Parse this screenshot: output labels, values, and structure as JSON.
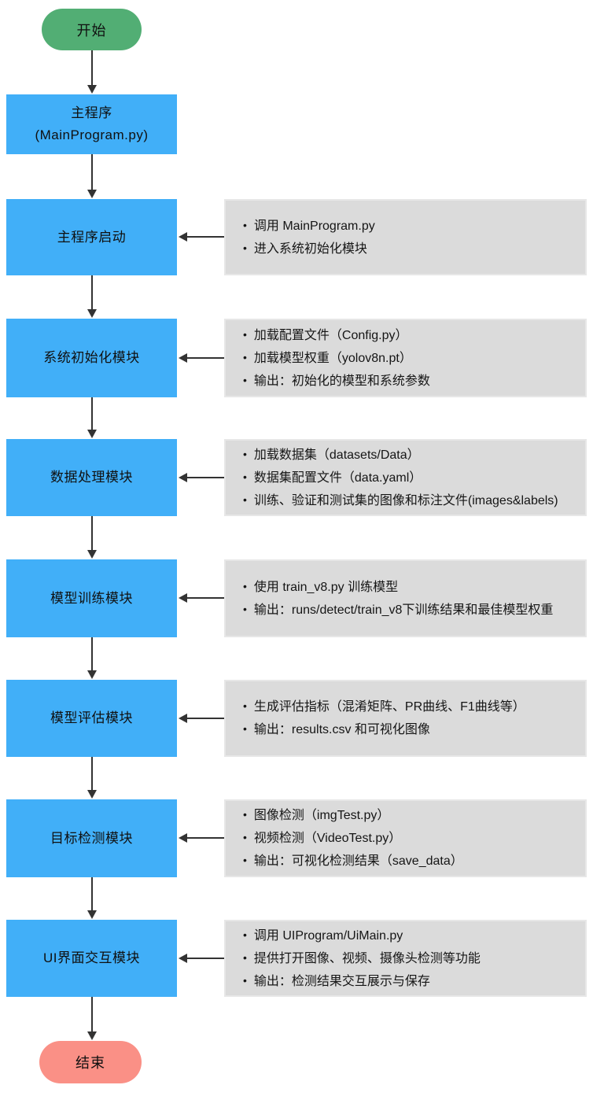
{
  "flow": {
    "start": {
      "label": "开始"
    },
    "main_program": {
      "line1": "主程序",
      "line2": "(MainProgram.py)"
    },
    "rows": [
      {
        "label": "主程序启动",
        "bullets": [
          "调用 MainProgram.py",
          "进入系统初始化模块"
        ]
      },
      {
        "label": "系统初始化模块",
        "bullets": [
          "加载配置文件（Config.py）",
          "加载模型权重（yolov8n.pt）",
          "输出：初始化的模型和系统参数"
        ]
      },
      {
        "label": "数据处理模块",
        "bullets": [
          "加载数据集（datasets/Data）",
          "数据集配置文件（data.yaml）",
          "训练、验证和测试集的图像和标注文件(images&labels)"
        ]
      },
      {
        "label": "模型训练模块",
        "bullets": [
          "使用 train_v8.py 训练模型",
          "输出：runs/detect/train_v8下训练结果和最佳模型权重"
        ]
      },
      {
        "label": "模型评估模块",
        "bullets": [
          "生成评估指标（混淆矩阵、PR曲线、F1曲线等）",
          "输出：results.csv 和可视化图像"
        ]
      },
      {
        "label": "目标检测模块",
        "bullets": [
          "图像检测（imgTest.py）",
          "视频检测（VideoTest.py）",
          "输出：可视化检测结果（save_data）"
        ]
      },
      {
        "label": "UI界面交互模块",
        "bullets": [
          "调用 UIProgram/UiMain.py",
          "提供打开图像、视频、摄像头检测等功能",
          "输出：检测结果交互展示与保存"
        ]
      }
    ],
    "end": {
      "label": "结束"
    }
  },
  "colors": {
    "start_fill": "#52AE74",
    "process_fill": "#41AFF8",
    "note_fill": "#DBDBDB",
    "note_border": "#E7E7E7",
    "end_fill": "#FA9086",
    "arrow": "#333333"
  }
}
